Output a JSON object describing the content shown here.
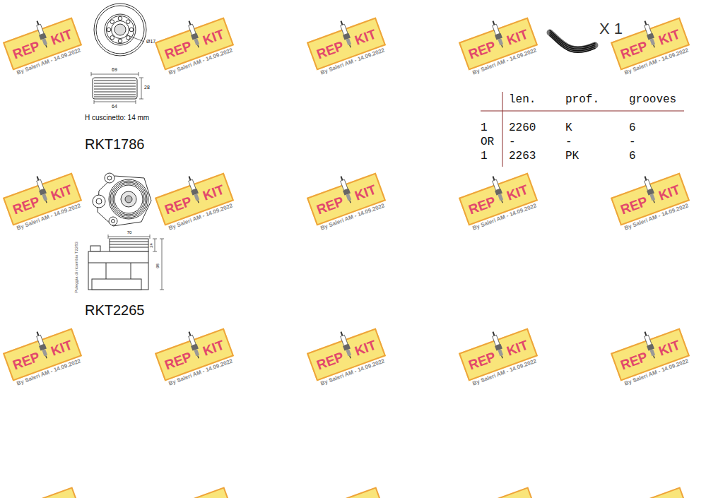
{
  "diagram": {
    "nodes": [
      {
        "text": [
          "REP",
          "KIT",
          "By Saleri AM - 14.09.2022"
        ]
      },
      {
        "text": [
          "REP",
          "KIT",
          "By Saleri AM - 14.09.2022"
        ]
      },
      {
        "text": [
          "REP",
          "KIT",
          "By Saleri AM - 14.09.2022"
        ]
      },
      {
        "text": [
          "REP",
          "KIT",
          "By Saleri AM - 14.09.2022"
        ]
      },
      {
        "text": [
          "REP",
          "KIT",
          "By Saleri AM - 14.09.2022"
        ]
      },
      {
        "text": [
          "REP",
          "KIT",
          "By Saleri AM - 14.09.2022"
        ]
      },
      {
        "text": [
          "REP",
          "KIT",
          "By Saleri AM - 14.09.2022"
        ]
      },
      {
        "text": [
          "REP",
          "KIT",
          "By Saleri AM - 14.09.2022"
        ]
      },
      {
        "text": [
          "REP",
          "KIT",
          "By Saleri AM - 14.09.2022"
        ]
      },
      {
        "text": [
          "REP",
          "KIT",
          "By Saleri AM - 14.09.2022"
        ]
      },
      {
        "text": [
          "REP",
          "KIT",
          "By Saleri AM - 14.09.2022"
        ]
      },
      {
        "text": [
          "REP",
          "KIT",
          "By Saleri AM - 14.09.2022"
        ]
      },
      {
        "text": [
          "REP",
          "KIT",
          "By Saleri AM - 14.09.2022"
        ]
      },
      {
        "text": [
          "REP",
          "KIT",
          "By Saleri AM - 14.09.2022"
        ]
      },
      {
        "text": [
          "REP",
          "KIT",
          "By Saleri AM - 14.09.2022"
        ]
      }
    ],
    "labels": [
      "Ø17",
      "69",
      "28",
      "64",
      "H cuscinetto: 14 mm",
      "RKT1786",
      "Puleggia di ricambio T2283",
      "70",
      "24",
      "98",
      "RKT2265",
      "X 1",
      "len.",
      "prof.",
      "grooves",
      "1",
      "2260",
      "K",
      "6",
      "OR",
      "-",
      "-",
      "-",
      "1",
      "2263",
      "PK",
      "6"
    ]
  }
}
